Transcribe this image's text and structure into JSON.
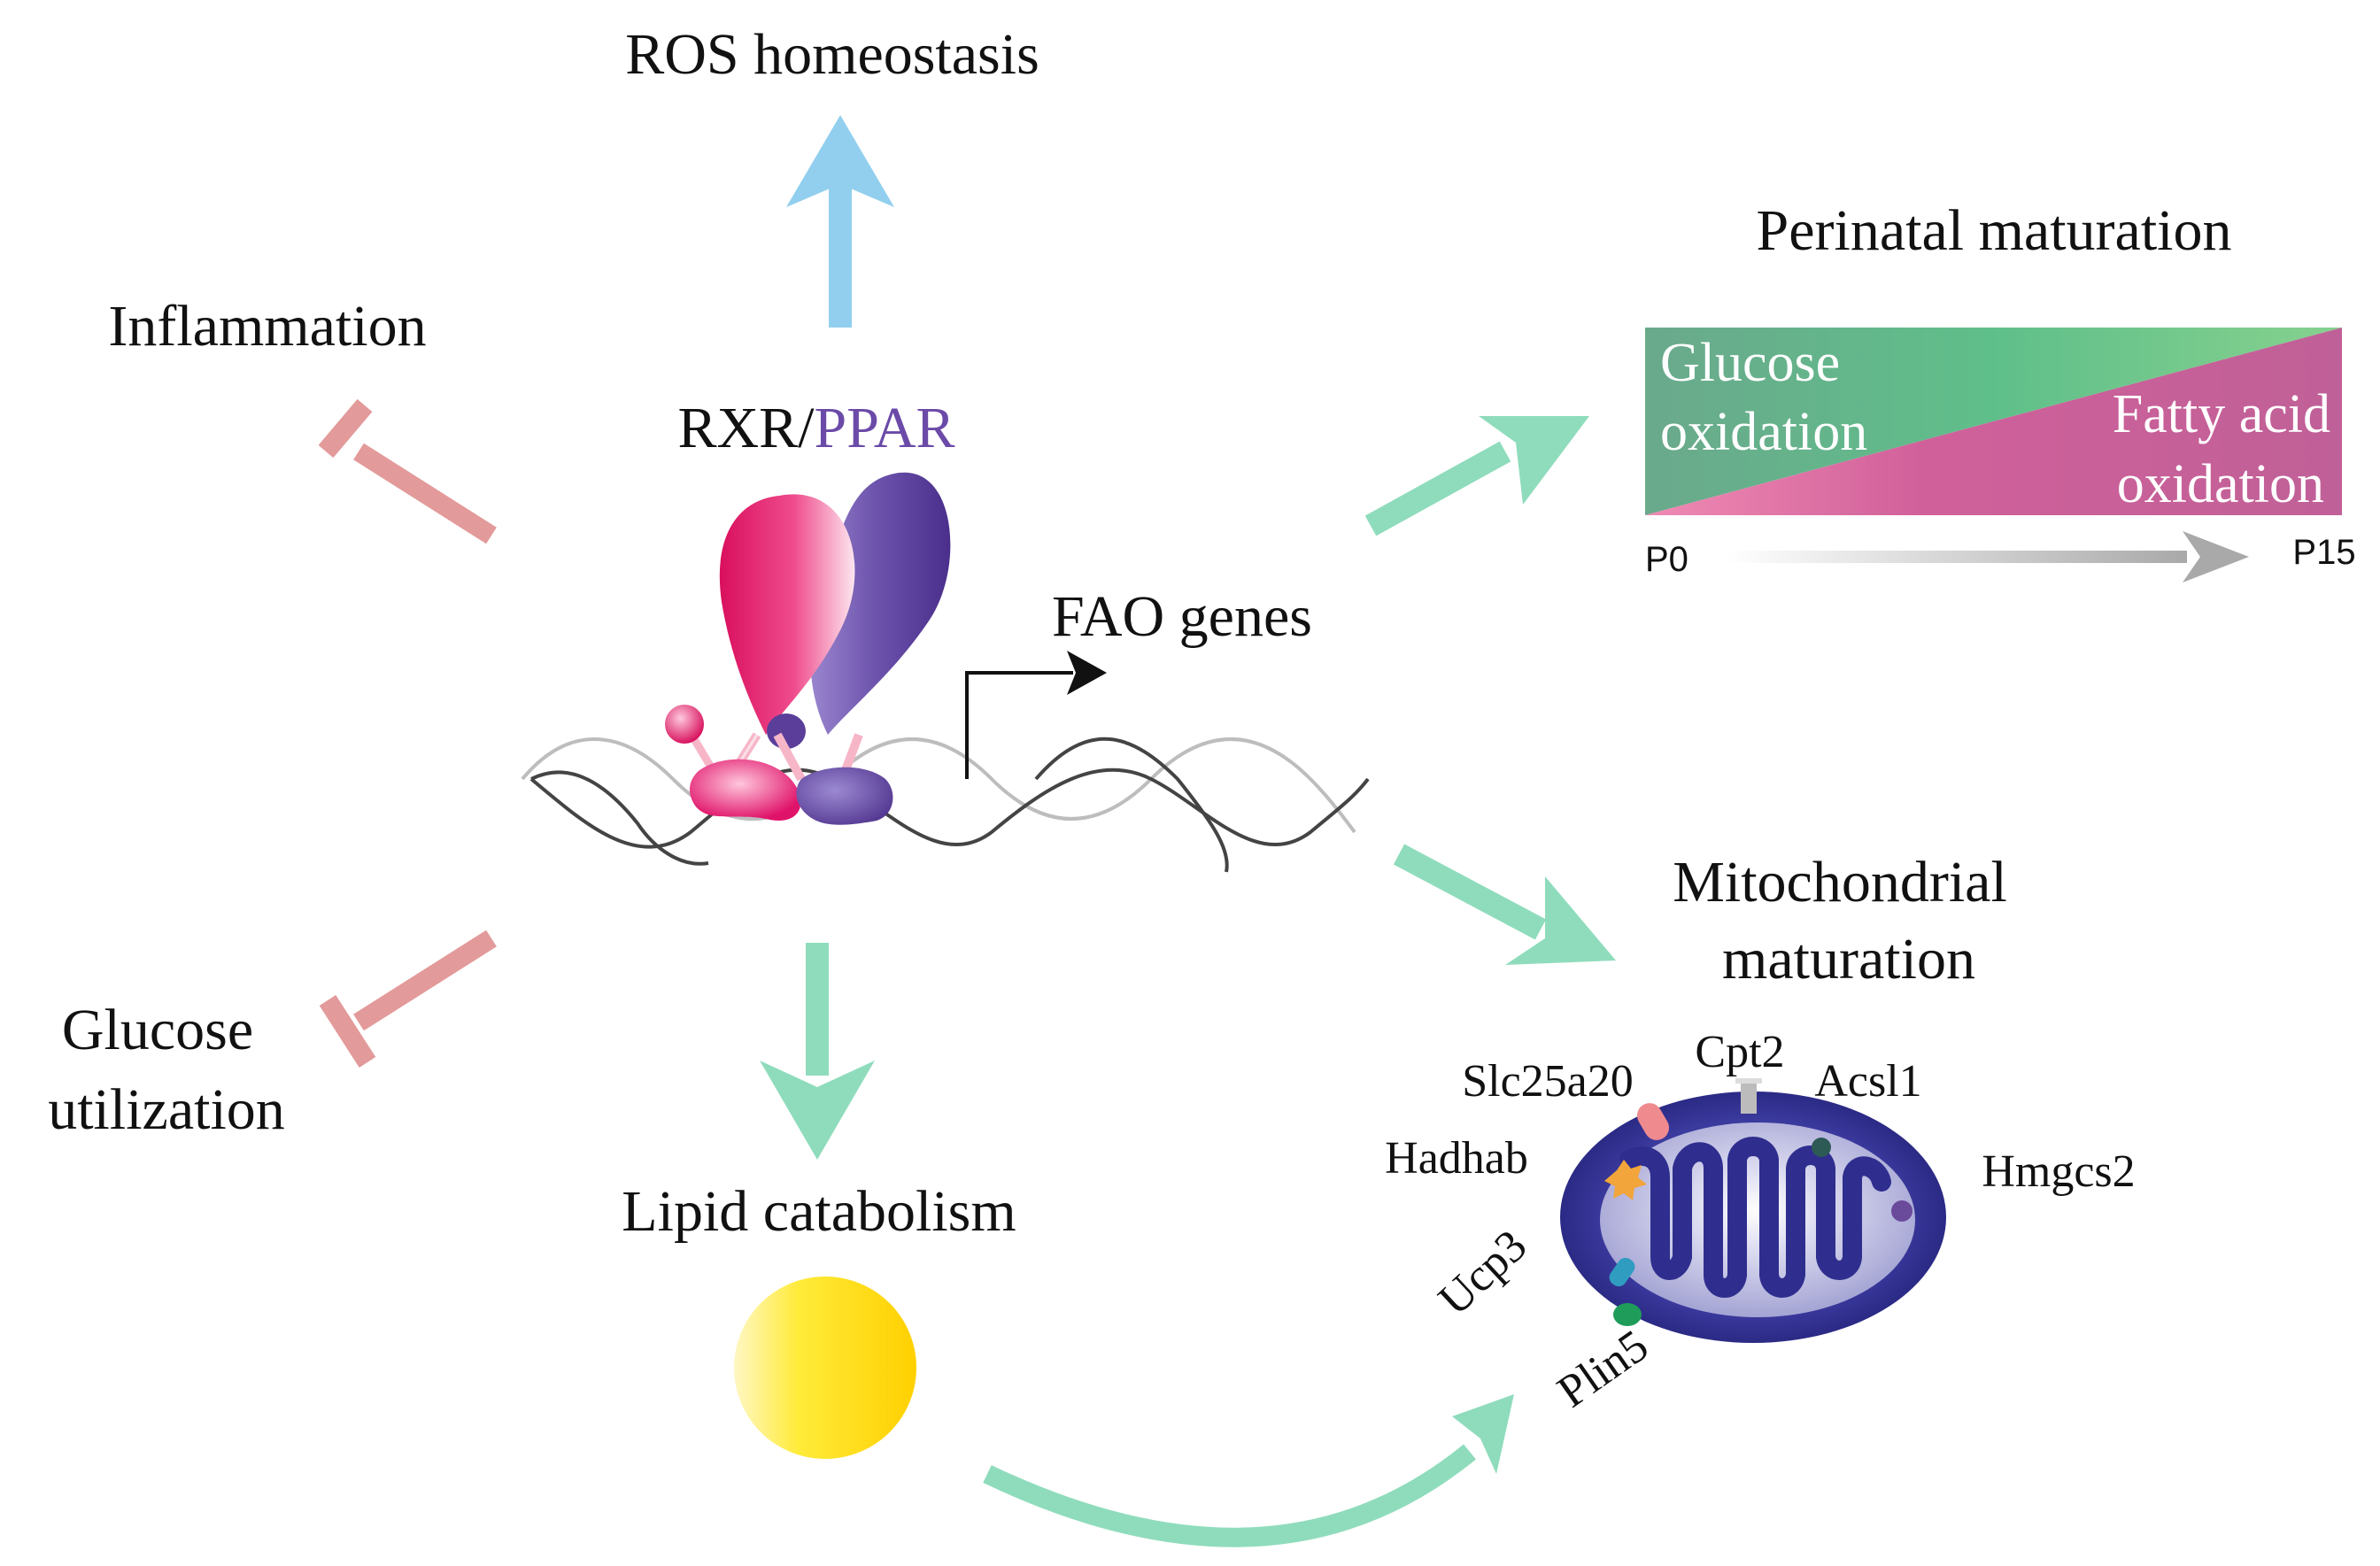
{
  "receptor": {
    "rxr": "RXR",
    "separator": "/",
    "ppar": "PPAR"
  },
  "labels": {
    "ros": "ROS homeostasis",
    "inflammation": "Inflammation",
    "glucose_util_line1": "Glucose",
    "glucose_util_line2": "utilization",
    "lipid_catabolism": "Lipid catabolism",
    "fao_genes": "FAO genes",
    "perinatal": "Perinatal maturation",
    "glucose_ox_line1": "Glucose",
    "glucose_ox_line2": "oxidation",
    "fatty_acid_ox_line1": "Fatty acid",
    "fatty_acid_ox_line2": "oxidation",
    "p0": "P0",
    "p15": "P15",
    "mito_line1": "Mitochondrial",
    "mito_line2": "maturation"
  },
  "proteins": {
    "slc25a20": "Slc25a20",
    "cpt2": "Cpt2",
    "acsl1": "Acsl1",
    "hadhab": "Hadhab",
    "hmgcs2": "Hmgcs2",
    "ucp3": "Ucp3",
    "plin5": "Plin5"
  },
  "colors": {
    "inhibit": "#e39a9a",
    "activate": "#8fdcbc",
    "ros_arrow": "#92cfee",
    "rxr": "#e8136b",
    "ppar": "#5a3e9a",
    "ppar_text": "#6b4aa8",
    "mito_outer": "#2f2e8f",
    "lipid_droplet": "#ffe100",
    "green_band": "#6bbf8e",
    "pink_band": "#d0609a"
  }
}
